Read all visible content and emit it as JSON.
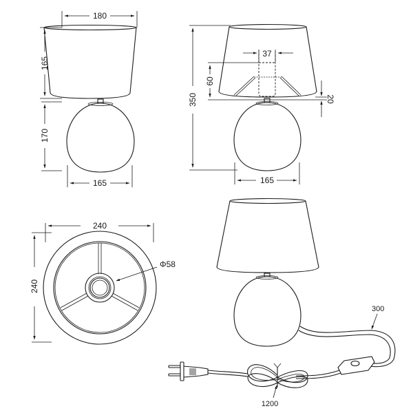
{
  "drawing": {
    "subject": "Table lamp dimension drawing",
    "colors": {
      "line": "#1a1a1a",
      "background": "#ffffff"
    },
    "front_view": {
      "shade_top_width": "180",
      "shade_height": "165",
      "base_height": "170",
      "base_width": "165"
    },
    "section_view": {
      "total_height": "350",
      "socket_width": "37",
      "socket_depth": "60",
      "gap_height": "20",
      "base_width": "165"
    },
    "top_view": {
      "width": "240",
      "depth": "240",
      "center_ring_diameter": "Φ58"
    },
    "perspective_view": {
      "cable_to_switch_length": "300",
      "cable_coiled_length": "1200"
    }
  }
}
